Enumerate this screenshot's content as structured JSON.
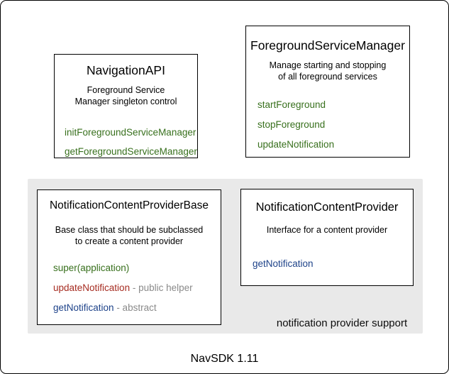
{
  "diagram": {
    "footer_label": "NavSDK 1.11",
    "panel_label": "notification provider support",
    "colors": {
      "method_green": "#38701d",
      "method_red": "#a62c21",
      "method_blue": "#1d4289",
      "note_gray": "#8a8a8a",
      "panel_bg": "#e9e9e9",
      "border_black": "#000000"
    },
    "boxes": {
      "navigation_api": {
        "title": "NavigationAPI",
        "description_lines": [
          "Foreground Service",
          "Manager singleton control"
        ],
        "methods": [
          {
            "name": "initForegroundServiceManager",
            "color": "green"
          },
          {
            "name": "getForegroundServiceManager",
            "color": "green"
          }
        ]
      },
      "foreground_service_manager": {
        "title": "ForegroundServiceManager",
        "description_lines": [
          "Manage starting and stopping",
          "of all foreground services"
        ],
        "methods": [
          {
            "name": "startForeground",
            "color": "green"
          },
          {
            "name": "stopForeground",
            "color": "green"
          },
          {
            "name": "updateNotification",
            "color": "green"
          }
        ]
      },
      "notification_content_provider_base": {
        "title": "NotificationContentProviderBase",
        "description_lines": [
          "Base class that should be subclassed",
          "to create a content provider"
        ],
        "methods": [
          {
            "name": "super(application)",
            "color": "green",
            "note": ""
          },
          {
            "name": "updateNotification",
            "color": "red",
            "note": " - public helper"
          },
          {
            "name": "getNotification",
            "color": "blue",
            "note": " - abstract"
          }
        ]
      },
      "notification_content_provider": {
        "title": "NotificationContentProvider",
        "description_lines": [
          "Interface for a content provider"
        ],
        "methods": [
          {
            "name": "getNotification",
            "color": "blue"
          }
        ]
      }
    }
  }
}
